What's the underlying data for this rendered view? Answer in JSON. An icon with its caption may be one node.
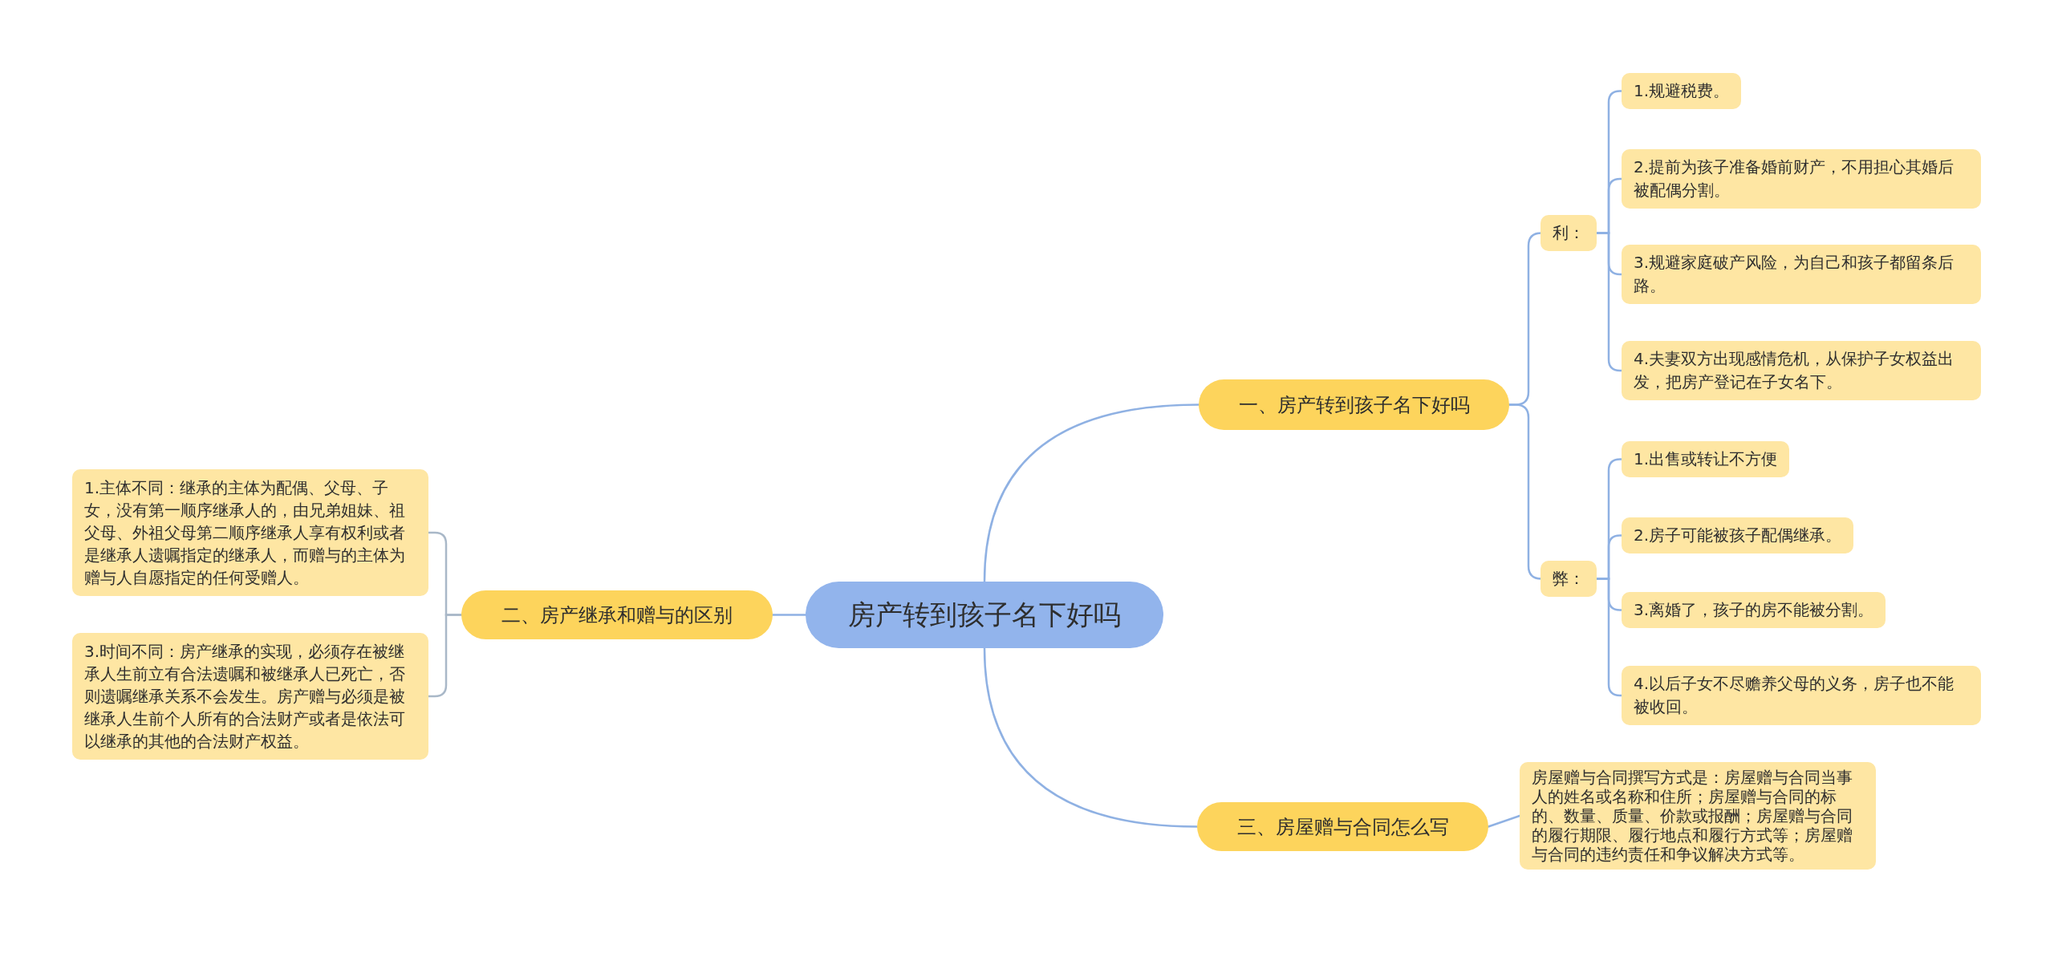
{
  "diagram": {
    "nodes": [
      {
        "text": [
          "房产转到孩子名下好吗"
        ]
      },
      {
        "text": [
          "一、房产转到孩子名下好吗"
        ]
      },
      {
        "text": [
          "利："
        ]
      },
      {
        "text": [
          "1.规避税费。"
        ]
      },
      {
        "text": [
          "2.提前为孩子准备婚前财产，不用担心其婚后被配偶分割。"
        ]
      },
      {
        "text": [
          "3.规避家庭破产风险，为自己和孩子都留条后路。"
        ]
      },
      {
        "text": [
          "4.夫妻双方出现感情危机，从保护子女权益出发，把房产登记在子女名下。"
        ]
      },
      {
        "text": [
          "弊："
        ]
      },
      {
        "text": [
          "1.出售或转让不方便"
        ]
      },
      {
        "text": [
          "2.房子可能被孩子配偶继承。"
        ]
      },
      {
        "text": [
          "3.离婚了，孩子的房不能被分割。"
        ]
      },
      {
        "text": [
          "4.以后子女不尽赡养父母的义务，房子也不能被收回。"
        ]
      },
      {
        "text": [
          "二、房产继承和赠与的区别"
        ]
      },
      {
        "text": [
          "1.主体不同：继承的主体为配偶、父母、子女，没有第一顺序继承人的，由兄弟姐妹、祖父母、外祖父母第二顺序继承人享有权利或者是继承人遗嘱指定的继承人，而赠与的主体为赠与人自愿指定的任何受赠人。"
        ]
      },
      {
        "text": [
          "3.时间不同：房产继承的实现，必须存在被继承人生前立有合法遗嘱和被继承人已死亡，否则遗嘱继承关系不会发生。房产赠与必须是被继承人生前个人所有的合法财产或者是依法可以继承的其他的合法财产权益。"
        ]
      },
      {
        "text": [
          "三、房屋赠与合同怎么写"
        ]
      },
      {
        "text": [
          "房屋赠与合同撰写方式是：房屋赠与合同当事人的姓名或名称和住所；房屋赠与合同的标的、数量、质量、价款或报酬；房屋赠与合同的履行期限、履行地点和履行方式等；房屋赠与合同的违约责任和争议解决方式等。"
        ]
      }
    ],
    "edges": [
      {
        "from": 0,
        "to": 1,
        "arrow": "none"
      },
      {
        "from": 0,
        "to": 12,
        "arrow": "none"
      },
      {
        "from": 0,
        "to": 15,
        "arrow": "none"
      },
      {
        "from": 1,
        "to": 2,
        "arrow": "none"
      },
      {
        "from": 1,
        "to": 7,
        "arrow": "none"
      },
      {
        "from": 2,
        "to": 3,
        "arrow": "none"
      },
      {
        "from": 2,
        "to": 4,
        "arrow": "none"
      },
      {
        "from": 2,
        "to": 5,
        "arrow": "none"
      },
      {
        "from": 2,
        "to": 6,
        "arrow": "none"
      },
      {
        "from": 7,
        "to": 8,
        "arrow": "none"
      },
      {
        "from": 7,
        "to": 9,
        "arrow": "none"
      },
      {
        "from": 7,
        "to": 10,
        "arrow": "none"
      },
      {
        "from": 7,
        "to": 11,
        "arrow": "none"
      },
      {
        "from": 12,
        "to": 13,
        "arrow": "none",
        "color": "#a9b8c8"
      },
      {
        "from": 12,
        "to": 14,
        "arrow": "none",
        "color": "#a9b8c8"
      },
      {
        "from": 15,
        "to": 16,
        "arrow": "none"
      }
    ]
  }
}
